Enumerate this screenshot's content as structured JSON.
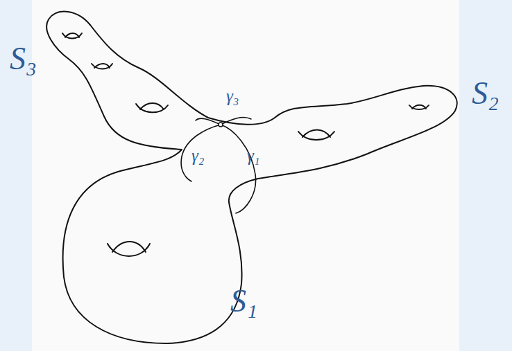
{
  "diagram": {
    "labels": [
      "S₃",
      "γ₃",
      "S₂",
      "γ₂",
      "γ₁",
      "S₁"
    ]
  }
}
